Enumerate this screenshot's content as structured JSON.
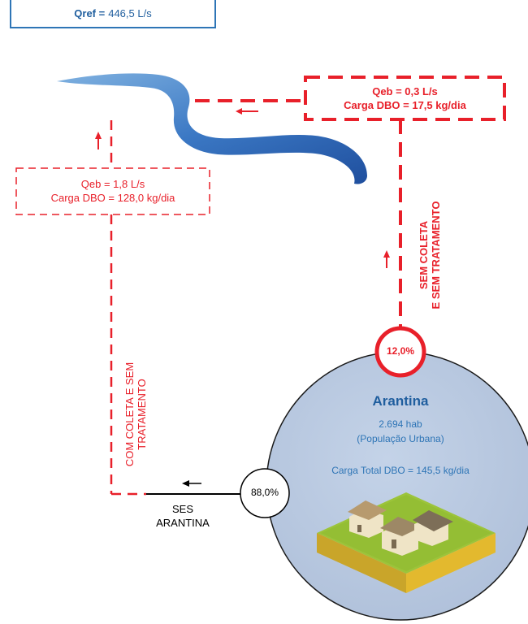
{
  "qref": {
    "label": "Qref =",
    "value": "446,5 L/s"
  },
  "upper_discharge": {
    "qeb": "Qeb = 0,3 L/s",
    "carga": "Carga DBO = 17,5 kg/dia"
  },
  "left_discharge": {
    "qeb": "Qeb = 1,8 L/s",
    "carga": "Carga DBO = 128,0 kg/dia"
  },
  "path_labels": {
    "sem_coleta": [
      "SEM COLETA",
      "E SEM TRATAMENTO"
    ],
    "com_coleta": [
      "COM COLETA E SEM",
      "TRATAMENTO"
    ]
  },
  "percentages": {
    "sem_coleta": "12,0%",
    "com_coleta": "88,0%"
  },
  "city": {
    "name": "Arantina",
    "population": "2.694 hab",
    "population_type": "(População Urbana)",
    "carga_total": "Carga Total DBO = 145,5 kg/dia"
  },
  "ses": [
    "SES",
    "ARANTINA"
  ],
  "colors": {
    "red": "#e8202a",
    "blue": "#2e75b6",
    "circle_fill": "#b4c7e2",
    "river": "#3b78c4"
  },
  "icons": [
    "river-icon",
    "houses-icon",
    "arrow-up-icon",
    "arrow-left-icon"
  ]
}
